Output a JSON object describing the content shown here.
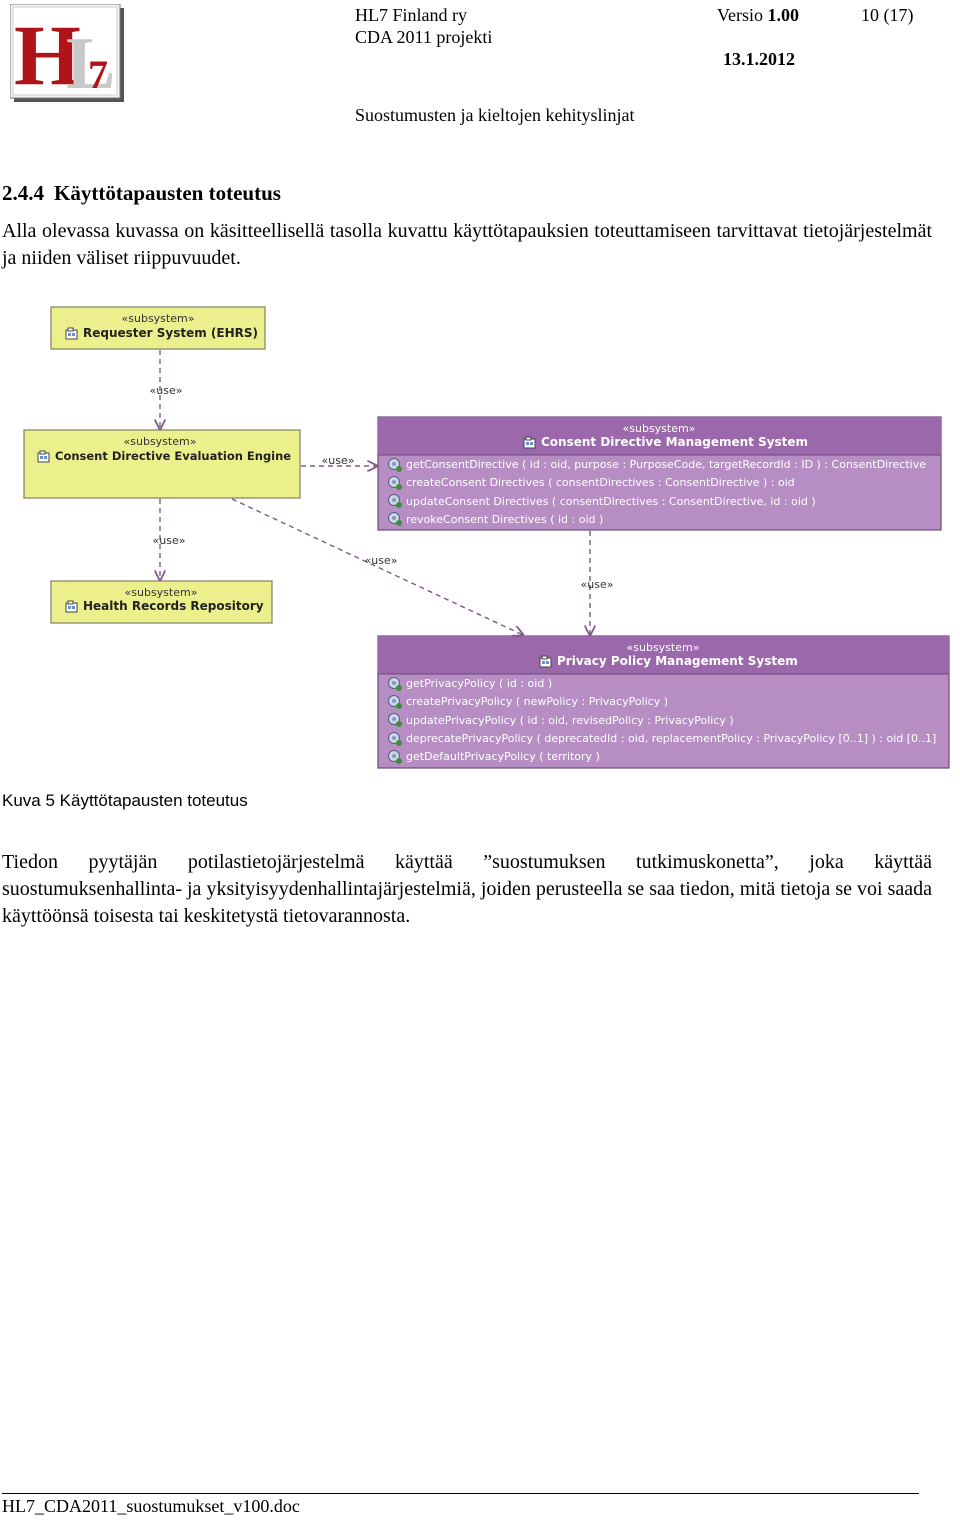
{
  "header": {
    "org": "HL7 Finland ry",
    "project": "CDA 2011 projekti",
    "version_label": "Versio",
    "version_value": "1.00",
    "page": "10 (17)",
    "date": "13.1.2012",
    "doc_title": "Suostumusten ja kieltojen kehityslinjat"
  },
  "section": {
    "number": "2.4.4",
    "title": "Käyttötapausten toteutus",
    "intro": "Alla olevassa kuvassa on käsitteellisellä tasolla kuvattu käyttötapauksien toteuttamiseen tarvittavat tietojärjestelmät ja niiden väliset riippuvuudet."
  },
  "diagram": {
    "stereotype": "«subsystem»",
    "use_label": "«use»",
    "requester": "Requester System (EHRS)",
    "engine": "Consent Directive Evaluation Engine",
    "repository": "Health Records Repository",
    "cdms": {
      "title": "Consent Directive Management System",
      "ops": [
        "getConsentDirective ( id : oid, purpose : PurposeCode, targetRecordId : ID ) : ConsentDirective",
        "createConsent Directives ( consentDirectives : ConsentDirective ) : oid",
        "updateConsent Directives ( consentDirectives : ConsentDirective, id : oid )",
        "revokeConsent Directives ( id : oid )"
      ]
    },
    "ppms": {
      "title": "Privacy Policy Management System",
      "ops": [
        "getPrivacyPolicy ( id : oid )",
        "createPrivacyPolicy ( newPolicy : PrivacyPolicy )",
        "updatePrivacyPolicy ( id : oid, revisedPolicy : PrivacyPolicy )",
        "deprecatePrivacyPolicy ( deprecatedId : oid, replacementPolicy : PrivacyPolicy [0..1] ) : oid [0..1]",
        "getDefaultPrivacyPolicy ( territory )"
      ]
    }
  },
  "caption": "Kuva 5 Käyttötapausten toteutus",
  "body2": "Tiedon pyytäjän potilastietojärjestelmä käyttää ”suostumuksen tutkimuskonetta”, joka käyttää suostumuksenhallinta- ja yksityisyydenhallintajärjestelmiä, joiden perusteella se saa tiedon, mitä tietoja se voi saada käyttöönsä toisesta tai keskitetystä tietovarannosta.",
  "footer": "HL7_CDA2011_suostumukset_v100.doc",
  "colors": {
    "yellow_box": "#ecf08c",
    "purple_box": "#b68ec4",
    "purple_header": "#9b68ac",
    "arrow": "#7d5a8a",
    "logo_red": "#b0141b"
  }
}
